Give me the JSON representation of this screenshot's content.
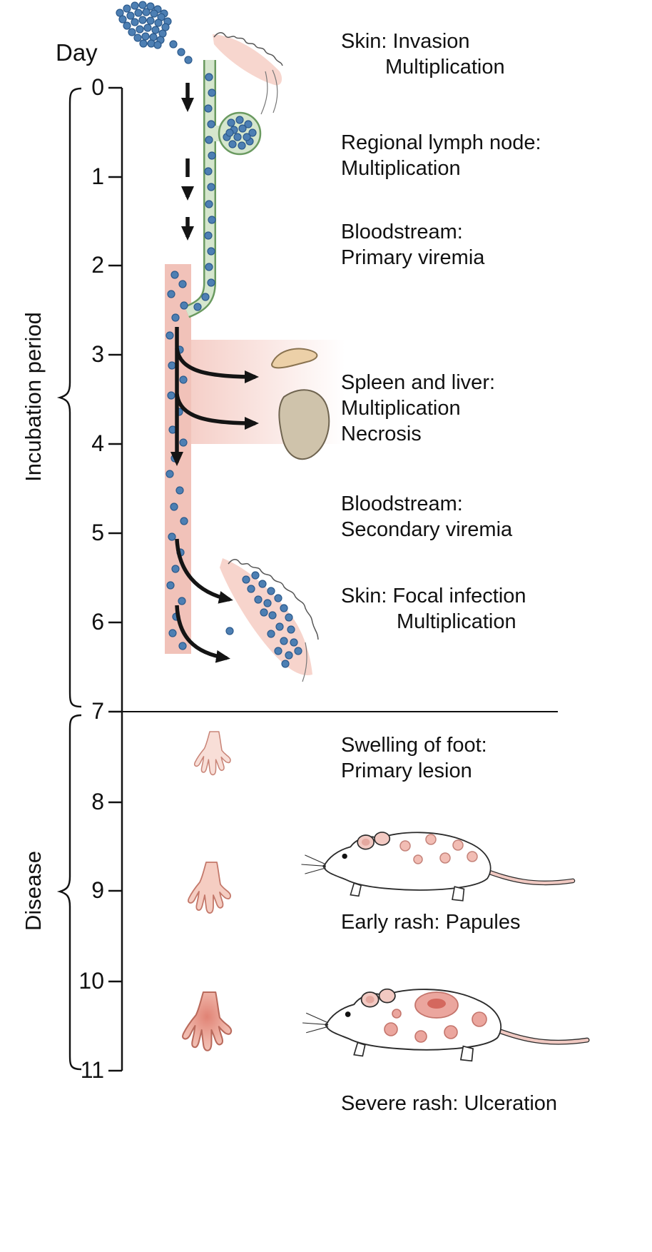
{
  "timeline": {
    "day_label": "Day",
    "days": [
      "0",
      "1",
      "2",
      "3",
      "4",
      "5",
      "6",
      "7",
      "8",
      "9",
      "10",
      "11"
    ],
    "phase_incubation": "Incubation period",
    "phase_disease": "Disease"
  },
  "annotations": {
    "skin_invasion": {
      "line1": "Skin: Invasion",
      "line2": "Multiplication"
    },
    "lymph_node": {
      "line1": "Regional lymph node:",
      "line2": "Multiplication"
    },
    "primary_viremia": {
      "line1": "Bloodstream:",
      "line2": "Primary viremia"
    },
    "spleen_liver": {
      "line1": "Spleen and liver:",
      "line2": "Multiplication",
      "line3": "Necrosis"
    },
    "secondary_viremia": {
      "line1": "Bloodstream:",
      "line2": "Secondary viremia"
    },
    "skin_focal": {
      "line1": "Skin: Focal infection",
      "line2": "Multiplication"
    },
    "foot_swelling": {
      "line1": "Swelling of foot:",
      "line2": "Primary lesion"
    },
    "early_rash": {
      "line1": "Early rash: Papules"
    },
    "severe_rash": {
      "line1": "Severe rash: Ulceration"
    }
  },
  "figures": {
    "virus_cluster": "virus-particle-cluster",
    "skin_entry": "skin-invasion-site",
    "lymph_vessel": "lymphatic-vessel",
    "lymph_node": "regional-lymph-node",
    "bloodstream": "bloodstream-column",
    "spleen": "spleen",
    "liver": "liver",
    "skin_lesion": "skin-focal-infection-site",
    "foot_stage_1": "foot-primary-lesion",
    "foot_stage_2": "foot-early-rash",
    "foot_stage_3": "foot-severe-rash",
    "mouse_papules": "mouse-early-rash",
    "mouse_ulceration": "mouse-severe-rash"
  },
  "colors": {
    "virus_dot": "#4d7fb3",
    "virus_dot_stroke": "#2c5a8c",
    "lymph_green_fill": "#d5e6cd",
    "lymph_green_stroke": "#6a9a60",
    "blood_pink": "#f1c2b9",
    "skin_pink": "#f6cfc6",
    "spleen_tan": "#ecd0a8",
    "liver_tan": "#cfc3ab",
    "arrow_black": "#141414",
    "rash_red": "#d4685e"
  }
}
